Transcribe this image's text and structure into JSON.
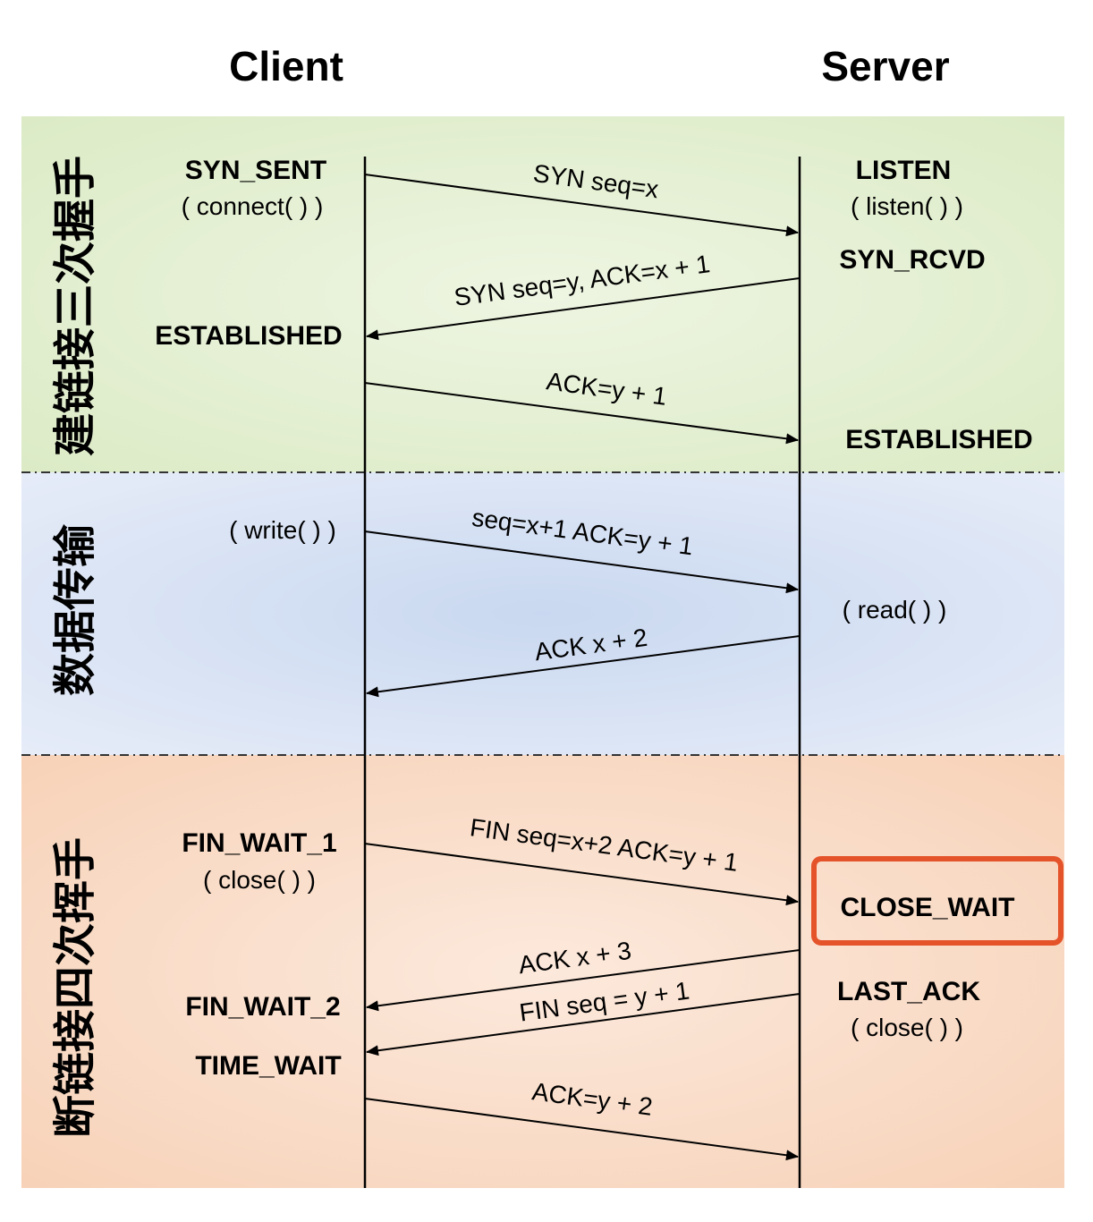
{
  "headers": {
    "client": "Client",
    "server": "Server"
  },
  "phases": {
    "handshake": {
      "label": "建链接三次握手"
    },
    "transfer": {
      "label": "数据传输"
    },
    "teardown": {
      "label": "断链接四次挥手"
    }
  },
  "client_states": {
    "syn_sent": "SYN_SENT",
    "connect_call": "( connect( ) )",
    "established": "ESTABLISHED",
    "write_call": "( write( ) )",
    "fin_wait_1": "FIN_WAIT_1",
    "close_call": "( close( ) )",
    "fin_wait_2": "FIN_WAIT_2",
    "time_wait": "TIME_WAIT"
  },
  "server_states": {
    "listen": "LISTEN",
    "listen_call": "( listen( ) )",
    "syn_rcvd": "SYN_RCVD",
    "established": "ESTABLISHED",
    "read_call": "( read( ) )",
    "close_wait": "CLOSE_WAIT",
    "last_ack": "LAST_ACK",
    "close_call": "( close( ) )"
  },
  "messages": {
    "syn": "SYN seq=x",
    "syn_ack": "SYN seq=y, ACK=x + 1",
    "ack1": "ACK=y + 1",
    "data": "seq=x+1 ACK=y + 1",
    "data_ack": "ACK x + 2",
    "fin1": "FIN seq=x+2 ACK=y + 1",
    "ack_fin1": "ACK x + 3",
    "fin2": "FIN seq = y + 1",
    "ack_fin2": "ACK=y + 2"
  },
  "colors": {
    "handshake_bg": "#e6f0d6",
    "transfer_bg": "#dfe7f5",
    "teardown_bg": "#fbe1cf",
    "highlight": "#e4532a"
  }
}
